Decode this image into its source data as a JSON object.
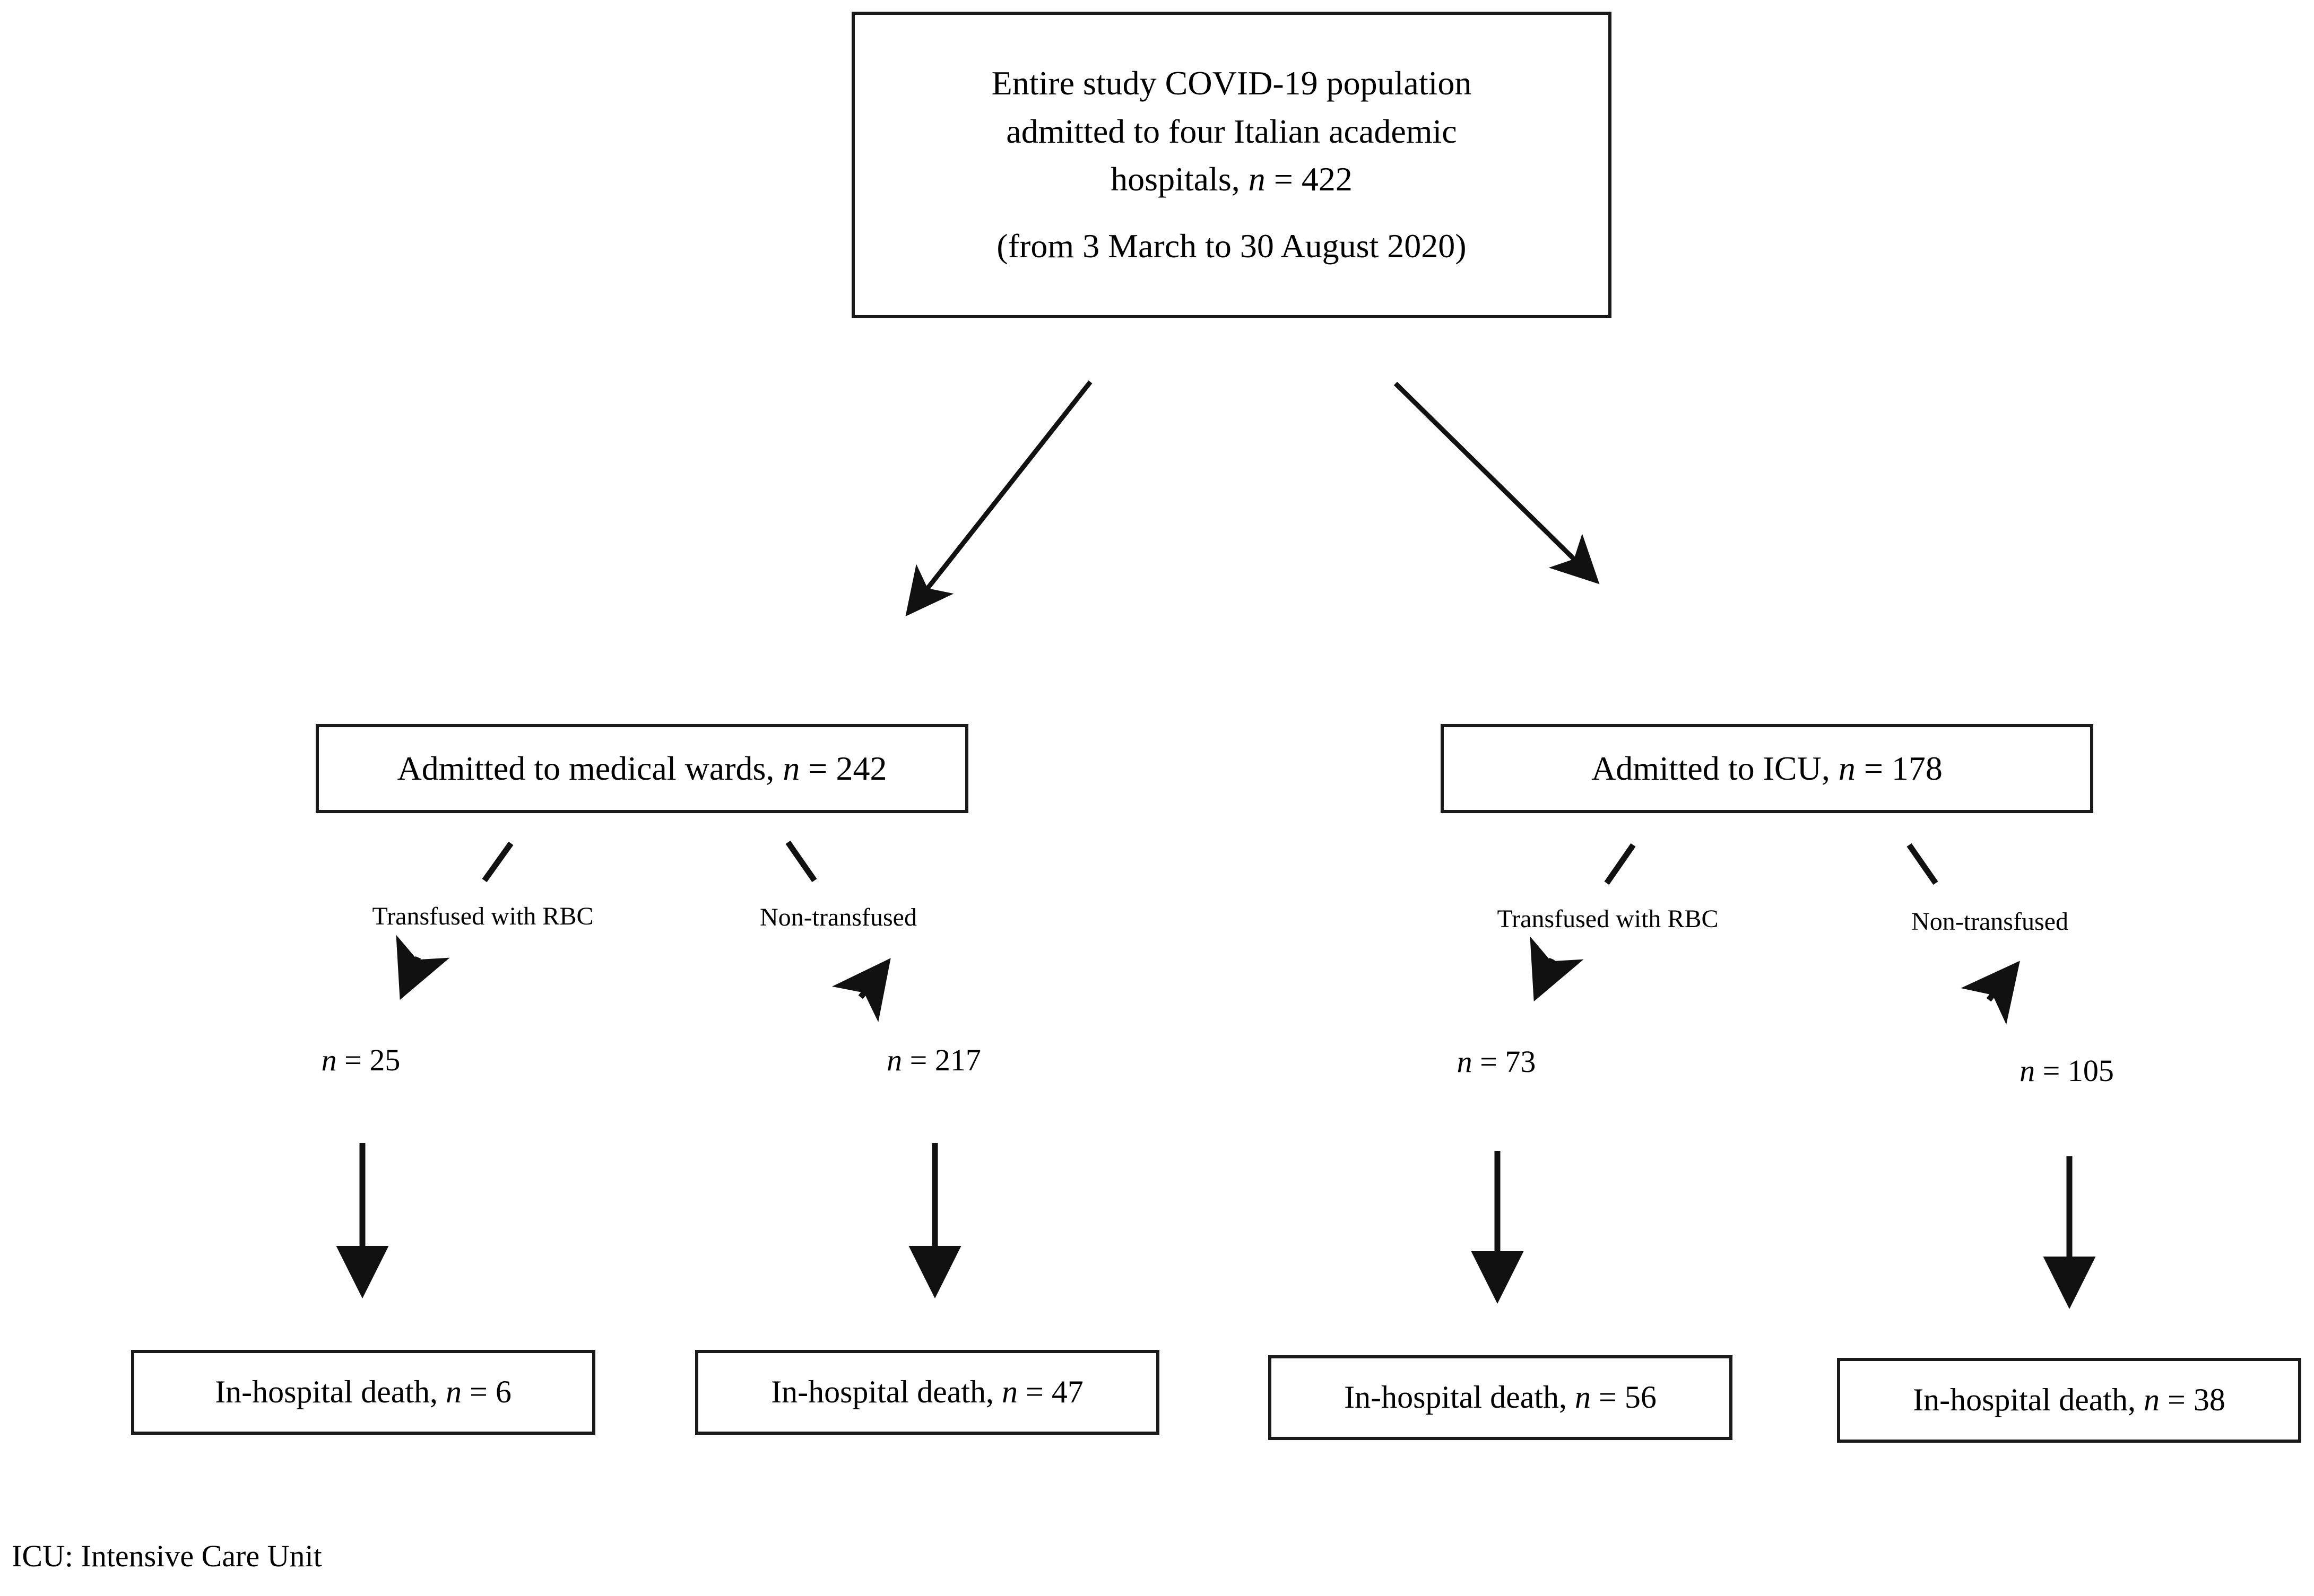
{
  "figure": {
    "type": "flowchart",
    "orientation": "top-down",
    "footnote": "ICU: Intensive Care Unit"
  },
  "root": {
    "line1": "Entire study COVID-19 population",
    "line2": "admitted to four Italian academic",
    "line3_prefix": "hospitals, ",
    "line3_n": "n",
    "line3_value": " = 422",
    "line4": "(from 3 March  to 30 August  2020)"
  },
  "branches": [
    {
      "key": "medical-wards",
      "header_prefix": "Admitted to medical wards, ",
      "header_n": "n",
      "header_value": " = 242",
      "arms": [
        {
          "key": "transfused",
          "label": "Transfused with RBC",
          "count_n": "n",
          "count_value": " = 25",
          "outcome_prefix": "In-hospital death, ",
          "outcome_n": "n",
          "outcome_value": " = 6"
        },
        {
          "key": "non-transfused",
          "label": "Non-transfused",
          "count_n": "n",
          "count_value": " = 217",
          "outcome_prefix": "In-hospital death, ",
          "outcome_n": "n",
          "outcome_value": " = 47"
        }
      ]
    },
    {
      "key": "icu",
      "header_prefix": "Admitted to ICU, ",
      "header_n": "n",
      "header_value": " = 178",
      "arms": [
        {
          "key": "transfused",
          "label": "Transfused with RBC",
          "count_n": "n",
          "count_value": " = 73",
          "outcome_prefix": "In-hospital death, ",
          "outcome_n": "n",
          "outcome_value": " = 56"
        },
        {
          "key": "non-transfused",
          "label": "Non-transfused",
          "count_n": "n",
          "count_value": " = 105",
          "outcome_prefix": "In-hospital death, ",
          "outcome_n": "n",
          "outcome_value": " = 38"
        }
      ]
    }
  ],
  "colors": {
    "stroke": "#1a1a1a",
    "text": "#000000",
    "background": "#ffffff"
  }
}
